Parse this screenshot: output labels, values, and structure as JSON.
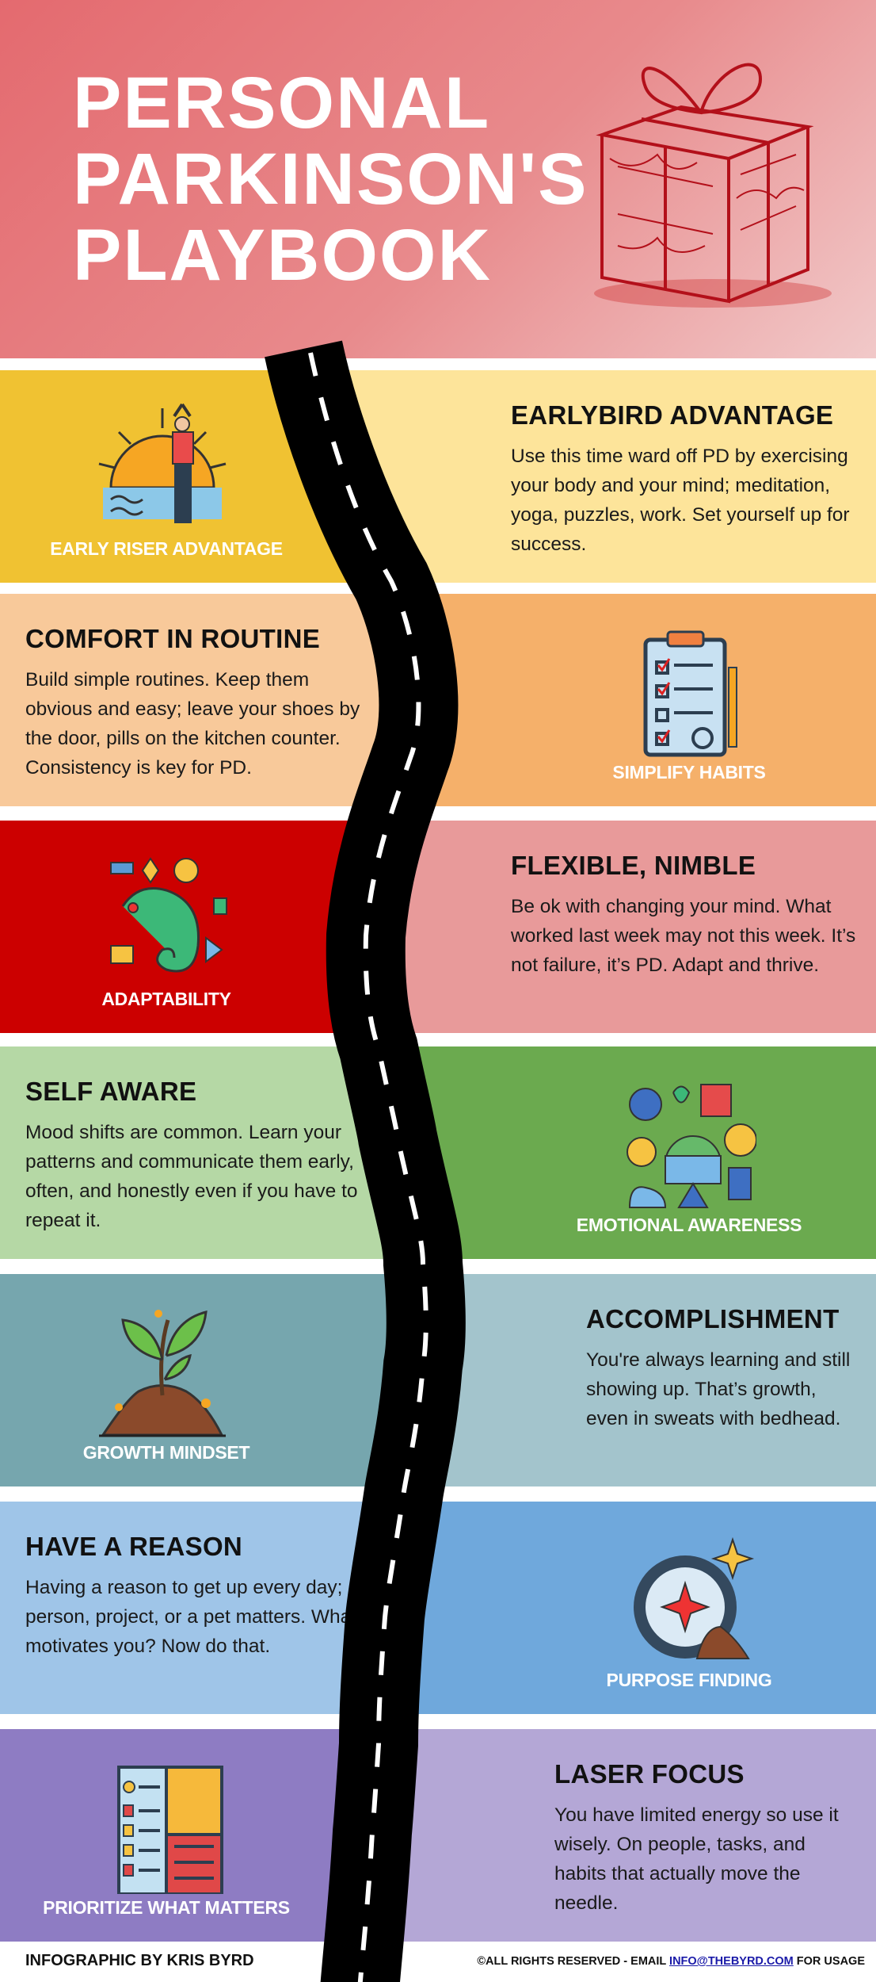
{
  "header": {
    "title_lines": [
      "PERSONAL",
      "PARKINSON'S",
      "PLAYBOOK"
    ],
    "colors": {
      "start": "#e46a6f",
      "end": "#f1c9c9"
    },
    "icon": "gift-box-icon"
  },
  "sections": [
    {
      "text_side": "right",
      "heading": "EARLYBIRD ADVANTAGE",
      "body": "Use this time ward off PD by exercising your body and your mind; meditation, yoga, puzzles, work. Set yourself up for success.",
      "label": "EARLY RISER ADVANTAGE",
      "icon": "sunrise-stretch-icon",
      "left_color": "#f0c232",
      "right_color": "#fde49a",
      "label_color_side": "left"
    },
    {
      "text_side": "left",
      "heading": "COMFORT IN ROUTINE",
      "body": "Build simple routines. Keep them obvious and easy; leave your shoes by the door, pills on the kitchen counter. Consistency is key for PD.",
      "label": "SIMPLIFY HABITS",
      "icon": "clipboard-checklist-icon",
      "left_color": "#f8c99a",
      "right_color": "#f5b06a"
    },
    {
      "text_side": "right",
      "heading": "FLEXIBLE, NIMBLE",
      "body": "Be ok with changing your mind. What worked last week may not this week. It’s not failure, it’s PD. Adapt and thrive.",
      "label": "ADAPTABILITY",
      "icon": "chameleon-icon",
      "left_color": "#cc0000",
      "right_color": "#e89a9a"
    },
    {
      "text_side": "left",
      "heading": "SELF AWARE",
      "body": "Mood shifts are common. Learn your patterns and communicate them early, often, and honestly even if you have to repeat it.",
      "label": "EMOTIONAL AWARENESS",
      "icon": "emotions-cluster-icon",
      "left_color": "#b5d8a5",
      "right_color": "#6baa4f"
    },
    {
      "text_side": "right",
      "heading": "ACCOMPLISHMENT",
      "body": "You're always learning and still showing up. That’s growth, even in sweats with bedhead.",
      "label": "GROWTH MINDSET",
      "icon": "sprouting-plant-icon",
      "left_color": "#76a6ae",
      "right_color": "#a3c4cc"
    },
    {
      "text_side": "left",
      "heading": "HAVE A REASON",
      "body": "Having a reason to get up every day; a person, project, or a pet matters. What motivates you? Now do that.",
      "label": "PURPOSE FINDING",
      "icon": "compass-icon",
      "left_color": "#9fc5e8",
      "right_color": "#6fa8dc"
    },
    {
      "text_side": "right",
      "heading": "LASER FOCUS",
      "body": "You have limited energy so use it wisely. On people, tasks, and habits that actually move the needle.",
      "label": "PRIORITIZE WHAT MATTERS",
      "icon": "priority-list-icon",
      "left_color": "#8e7cc3",
      "right_color": "#b4a7d6"
    }
  ],
  "road": {
    "color": "#000000",
    "line_color": "#ffffff",
    "icon": "winding-road"
  },
  "footer": {
    "credit": "INFOGRAPHIC BY KRIS BYRD",
    "rights_prefix": "©ALL RIGHTS RESERVED - EMAIL ",
    "email": "INFO@THEBYRD.COM",
    "rights_suffix": " FOR USAGE"
  }
}
